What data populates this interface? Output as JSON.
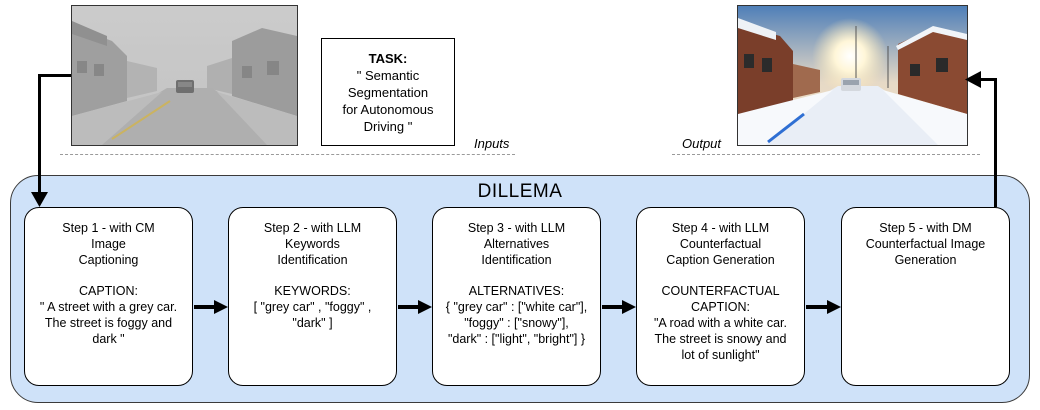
{
  "task": {
    "title": "TASK:",
    "text": "\" Semantic\nSegmentation\nfor Autonomous\nDriving \""
  },
  "labels": {
    "inputs": "Inputs",
    "output": "Output"
  },
  "framework": {
    "title": "DILLEMA"
  },
  "steps": [
    {
      "header": "Step 1 - with CM\nImage\nCaptioning",
      "label": "CAPTION:",
      "body": "\" A street with a grey car.\nThe street is foggy and\ndark \""
    },
    {
      "header": "Step 2 - with LLM\nKeywords\nIdentification",
      "label": "KEYWORDS:",
      "body": "[ \"grey car\" , \"foggy\" ,\n\"dark\" ]"
    },
    {
      "header": "Step 3 - with LLM\nAlternatives\nIdentification",
      "label": "ALTERNATIVES:",
      "body": "{ \"grey car\" : [\"white car\"],\n\"foggy\" : [\"snowy\"],\n\"dark\" : [\"light\", \"bright\"] }"
    },
    {
      "header": "Step 4 - with LLM\nCounterfactual\nCaption Generation",
      "label": "COUNTERFACTUAL\nCAPTION:",
      "body": "\"A road with a white car.\nThe street is snowy and\nlot of sunlight\""
    },
    {
      "header": "Step 5 - with DM\nCounterfactual Image\nGeneration",
      "label": "",
      "body": ""
    }
  ]
}
